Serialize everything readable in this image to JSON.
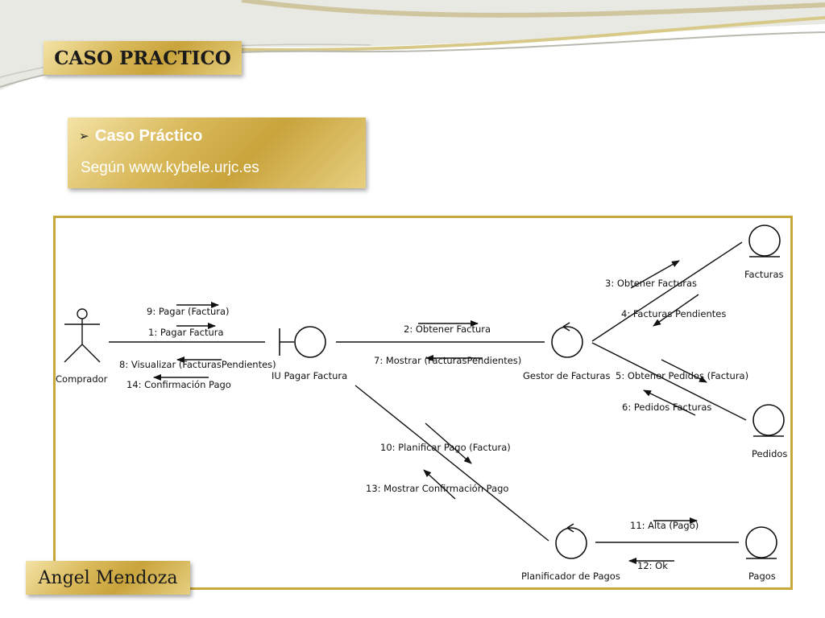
{
  "slide": {
    "title": "CASO PRACTICO",
    "note": {
      "bullet_icon": "arrow-bullet-icon",
      "heading": "Caso Práctico",
      "source": "Según www.kybele.urjc.es"
    },
    "author": "Angel Mendoza",
    "accent_color": "#c8a83a"
  },
  "diagram": {
    "objects": {
      "comprador": "Comprador",
      "iu_pagar_factura": "IU Pagar Factura",
      "gestor_facturas": "Gestor de Facturas",
      "planificador_pagos": "Planificador de Pagos",
      "facturas": "Facturas",
      "pedidos": "Pedidos",
      "pagos": "Pagos"
    },
    "messages": {
      "m1": "1: Pagar Factura",
      "m2": "2: Obtener Factura",
      "m3": "3: Obtener Facturas",
      "m4": "4: Facturas Pendientes",
      "m5": "5: Obtener Pedidos (Factura)",
      "m6": "6: Pedidos Facturas",
      "m7": "7: Mostrar (FacturasPendientes)",
      "m8": "8: Visualizar (FacturasPendientes)",
      "m9": "9: Pagar (Factura)",
      "m10": "10: Planificar Pago (Factura)",
      "m11": "11: Alta (Pago)",
      "m12": "12: Ok",
      "m13": "13: Mostrar Confirmación Pago",
      "m14": "14: Confirmación Pago"
    }
  }
}
